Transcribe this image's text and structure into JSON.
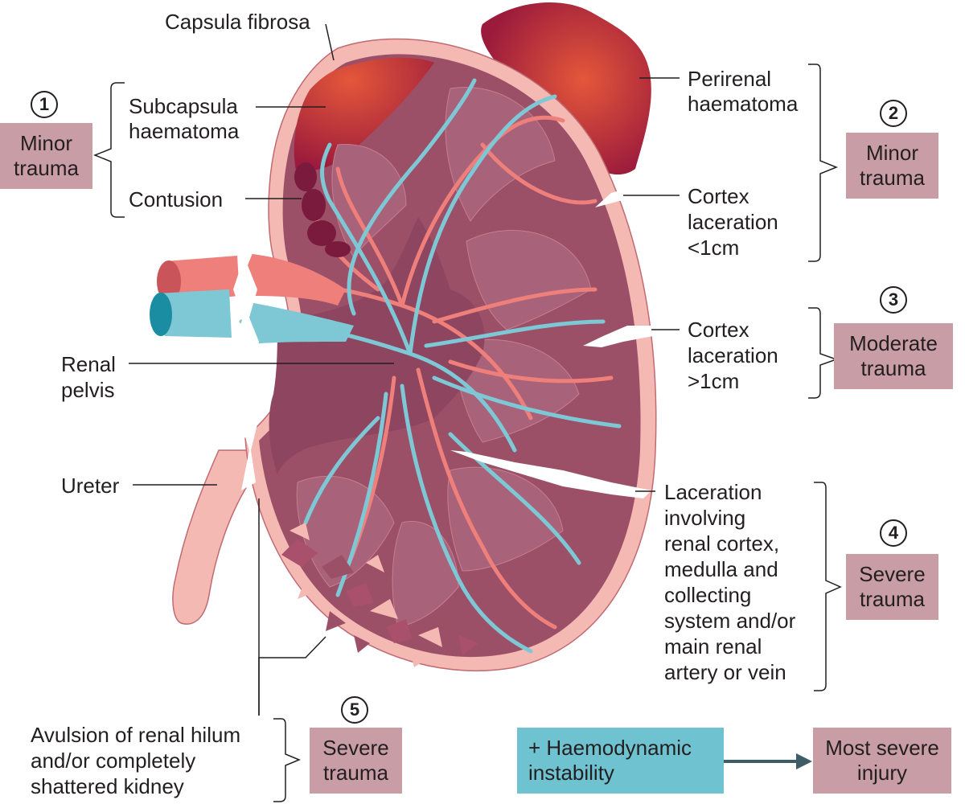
{
  "labels": {
    "capsula_fibrosa": "Capsula fibrosa",
    "subcapsula_l1": "Subcapsula",
    "subcapsula_l2": "haematoma",
    "contusion": "Contusion",
    "perirenal_l1": "Perirenal",
    "perirenal_l2": "haematoma",
    "cortex_small_l1": "Cortex",
    "cortex_small_l2": "laceration",
    "cortex_small_l3": "<1cm",
    "cortex_large_l1": "Cortex",
    "cortex_large_l2": "laceration",
    "cortex_large_l3": ">1cm",
    "renal_pelvis_l1": "Renal",
    "renal_pelvis_l2": "pelvis",
    "ureter": "Ureter",
    "laceration_l1": "Laceration",
    "laceration_l2": "involving",
    "laceration_l3": "renal cortex,",
    "laceration_l4": "medulla and",
    "laceration_l5": "collecting",
    "laceration_l6": "system and/or",
    "laceration_l7": "main renal",
    "laceration_l8": "artery or vein",
    "avulsion_l1": "Avulsion of renal hilum",
    "avulsion_l2": "and/or completely",
    "avulsion_l3": "shattered kidney"
  },
  "grades": [
    {
      "number": "1",
      "line1": "Minor",
      "line2": "trauma"
    },
    {
      "number": "2",
      "line1": "Minor",
      "line2": "trauma"
    },
    {
      "number": "3",
      "line1": "Moderate",
      "line2": "trauma"
    },
    {
      "number": "4",
      "line1": "Severe",
      "line2": "trauma"
    },
    {
      "number": "5",
      "line1": "Severe",
      "line2": "trauma"
    }
  ],
  "flow": {
    "instability_l1": "+ Haemodynamic",
    "instability_l2": "instability",
    "result_l1": "Most severe",
    "result_l2": "injury"
  },
  "colors": {
    "kidney_body": "#9c5068",
    "cortex": "#a8627a",
    "capsule": "#f5b9b4",
    "artery": "#ee7f7a",
    "vein": "#7ec8d6",
    "haematoma": "#a5213f",
    "grade_box": "#c99da6",
    "instability_box": "#6fc3d0"
  }
}
